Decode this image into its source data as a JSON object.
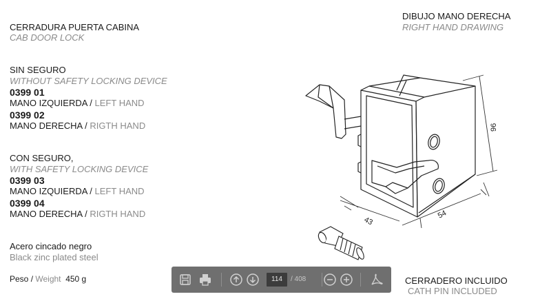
{
  "title": {
    "es": "CERRADURA PUERTA CABINA",
    "en": "CAB DOOR  LOCK"
  },
  "drawing_note": {
    "es": "DIBUJO MANO DERECHA",
    "en": "RIGHT HAND DRAWING"
  },
  "without_safety": {
    "es": "SIN SEGURO",
    "en": "WITHOUT SAFETY LOCKING DEVICE",
    "items": [
      {
        "code": "0399 01",
        "es": "MANO IZQUIERDA",
        "sep": " / ",
        "en": "LEFT HAND"
      },
      {
        "code": "0399 02",
        "es": "MANO DERECHA",
        "sep": " / ",
        "en": "RIGTH HAND"
      }
    ]
  },
  "with_safety": {
    "es": "CON SEGURO,",
    "en": "WITH  SAFETY LOCKING DEVICE",
    "items": [
      {
        "code": "0399 03",
        "es": "MANO IZQUIERDA",
        "sep": " / ",
        "en": "LEFT HAND"
      },
      {
        "code": "0399 04",
        "es": "MANO DERECHA",
        "sep": " / ",
        "en": "RIGTH HAND"
      }
    ]
  },
  "material": {
    "es": "Acero cincado negro",
    "en": "Black zinc plated steel"
  },
  "weight": {
    "label_es": "Peso",
    "sep": " / ",
    "label_en": "Weight",
    "value": "450  g"
  },
  "pin": {
    "es": "CERRADERO INCLUIDO",
    "en": "CATH PIN INCLUDED"
  },
  "dimensions": {
    "height": "96",
    "depth": "43",
    "width": "54"
  },
  "toolbar": {
    "page_current": "114",
    "page_total": "/ 408",
    "icons": [
      "save-icon",
      "print-icon",
      "page-up-icon",
      "page-down-icon",
      "zoom-out-icon",
      "zoom-in-icon",
      "pdf-icon"
    ],
    "background": "#6b6b6b",
    "icon_color": "#d0d0d0"
  }
}
